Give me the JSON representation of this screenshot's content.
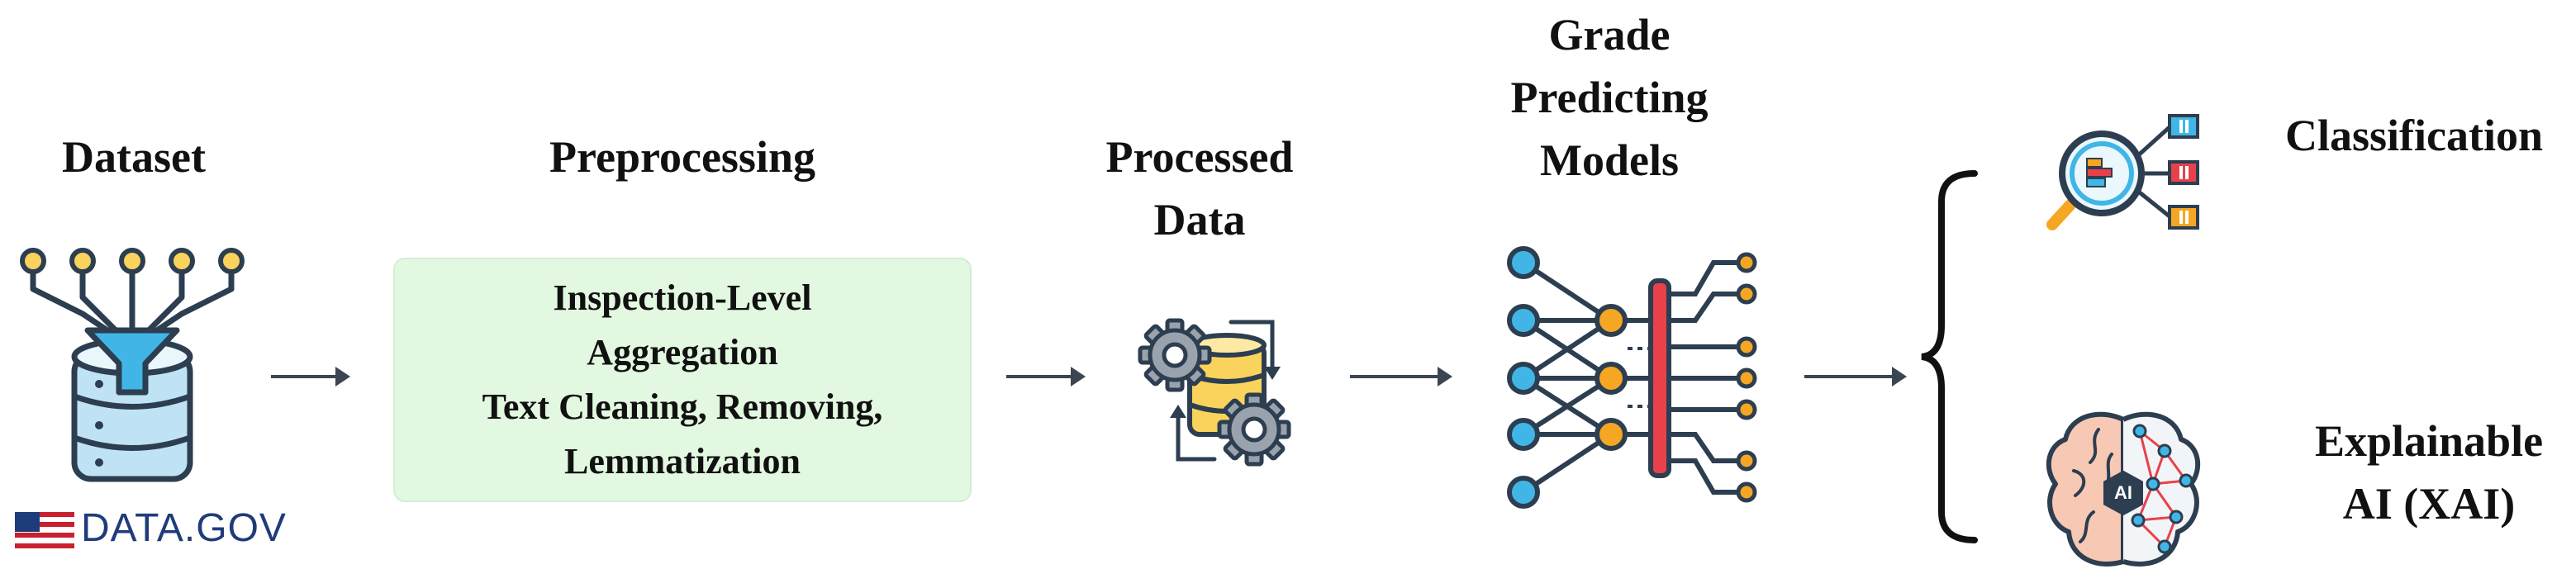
{
  "dataset": {
    "label": "Dataset",
    "source_logo_text": "DATA.GOV"
  },
  "preprocessing": {
    "label": "Preprocessing",
    "steps": [
      "Inspection-Level",
      "Aggregation",
      "Text Cleaning, Removing,",
      "Lemmatization"
    ]
  },
  "processed": {
    "label_line1": "Processed",
    "label_line2": "Data"
  },
  "models": {
    "label_line1": "Grade",
    "label_line2": "Predicting",
    "label_line3": "Models"
  },
  "outputs": {
    "classification": "Classification",
    "xai_line1": "Explainable",
    "xai_line2": "AI (XAI)",
    "ai_chip_text": "AI"
  },
  "colors": {
    "box_fill": "#e2f8e0",
    "arrow": "#3c4650",
    "accent_blue": "#41b6e6",
    "accent_orange": "#f5a623",
    "accent_red": "#e8414b",
    "accent_yellow": "#f9d35c",
    "navy": "#2c3e50"
  }
}
